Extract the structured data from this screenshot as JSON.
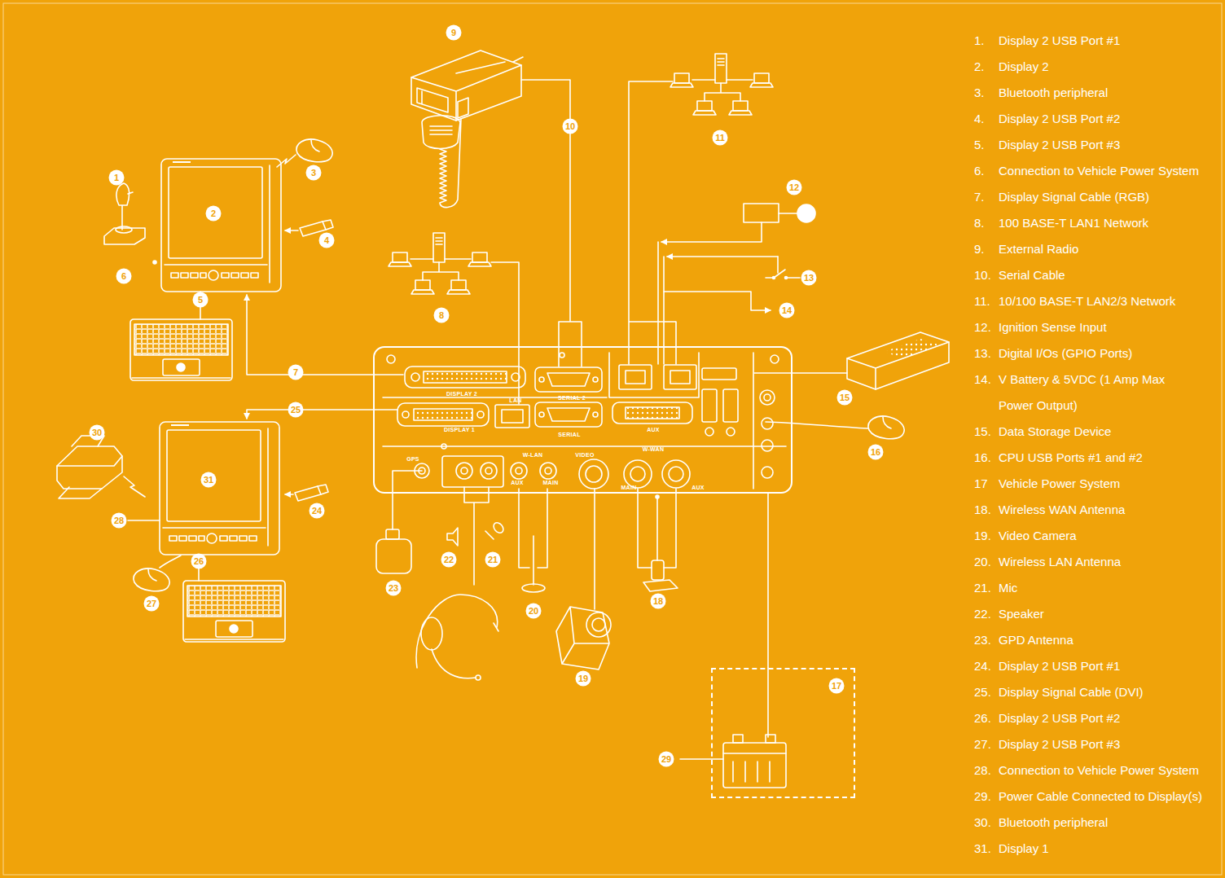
{
  "diagram": {
    "nodes": [
      {
        "text": [
          "DISPLAY 2",
          "SERIAL 2",
          "DISPLAY 1",
          "LAN",
          "SERIAL",
          "AUX",
          "GPS",
          "W-LAN",
          "AUX",
          "MAIN",
          "VIDEO",
          "W-WAN",
          "MAIN",
          "AUX"
        ]
      },
      {
        "text": [
          "17"
        ]
      }
    ],
    "edges": [
      {
        "from": 0,
        "to": 1,
        "arrow": "none"
      }
    ],
    "labels": [
      "1",
      "2",
      "3",
      "4",
      "5",
      "6",
      "7",
      "8",
      "9",
      "10",
      "11",
      "12",
      "13",
      "14",
      "15",
      "16",
      "18",
      "19",
      "20",
      "21",
      "22",
      "23",
      "24",
      "25",
      "26",
      "27",
      "28",
      "29",
      "30",
      "31",
      "1.",
      "Display 2 USB Port #1",
      "2.",
      "Display 2",
      "3.",
      "Bluetooth peripheral",
      "4.",
      "Display 2 USB Port #2",
      "5.",
      "Display 2 USB Port #3",
      "6.",
      "Connection to Vehicle Power System",
      "7.",
      "Display Signal Cable (RGB)",
      "8.",
      "100 BASE-T LAN1 Network",
      "9.",
      "External Radio",
      "10.",
      "Serial Cable",
      "11.",
      "10/100 BASE-T LAN2/3 Network",
      "12.",
      "Ignition Sense Input",
      "13.",
      "Digital I/Os (GPIO Ports)",
      "14.",
      "V Battery & 5VDC (1 Amp Max Power Output)",
      "15.",
      "Data Storage Device",
      "16.",
      "CPU USB Ports #1 and #2",
      "17",
      "Vehicle Power System",
      "18.",
      "Wireless WAN Antenna",
      "19.",
      "Video Camera",
      "20.",
      "Wireless LAN Antenna",
      "21.",
      "Mic",
      "22.",
      "Speaker",
      "23.",
      "GPD Antenna",
      "24.",
      "Display 2 USB Port #1",
      "25.",
      "Display Signal Cable (DVI)",
      "26.",
      "Display 2 USB Port #2",
      "27.",
      "Display 2 USB Port #3",
      "28.",
      "Connection to Vehicle Power System",
      "29.",
      "Power Cable Connected to Display(s)",
      "30.",
      "Bluetooth peripheral",
      "31.",
      "Display 1"
    ]
  }
}
